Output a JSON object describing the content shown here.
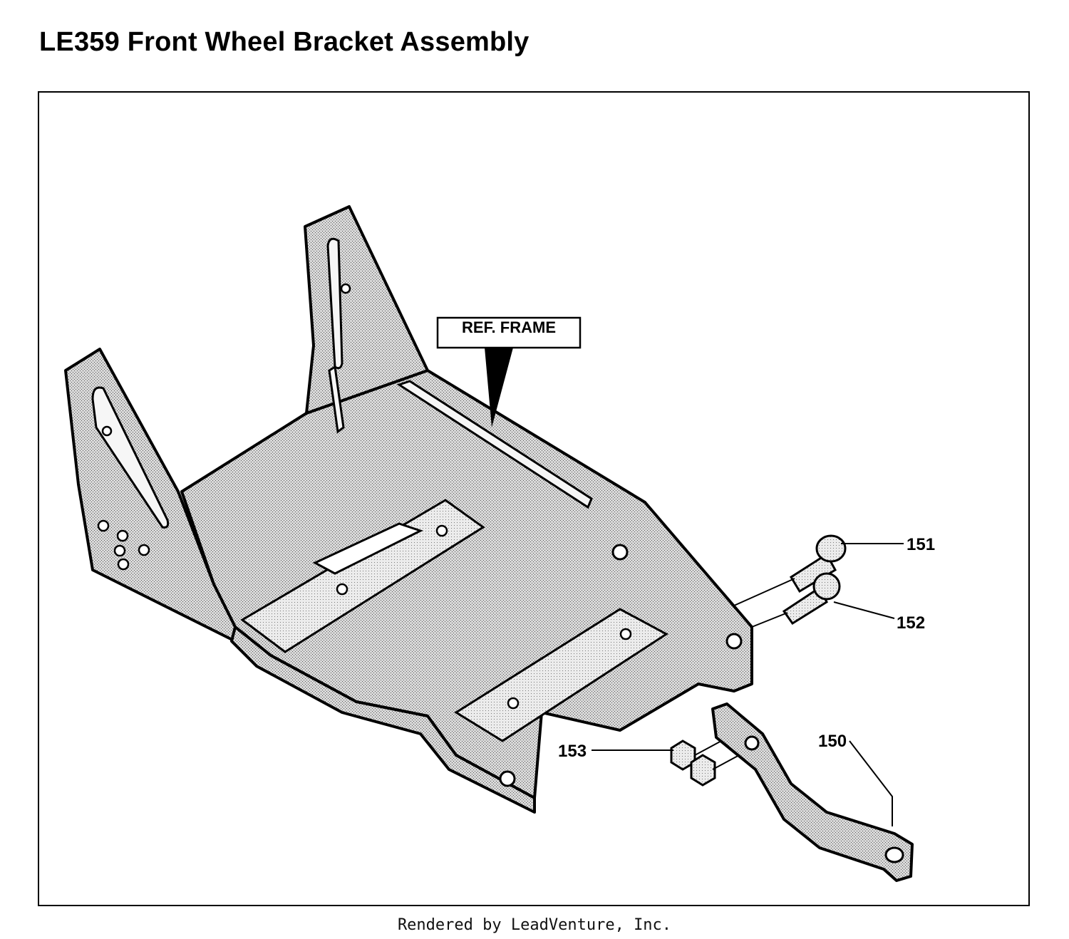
{
  "title": "LE359 Front Wheel Bracket Assembly",
  "ref_label": "REF. FRAME",
  "callouts": {
    "c150": "150",
    "c151": "151",
    "c152": "152",
    "c153": "153"
  },
  "footer": "Rendered by LeadVenture, Inc."
}
